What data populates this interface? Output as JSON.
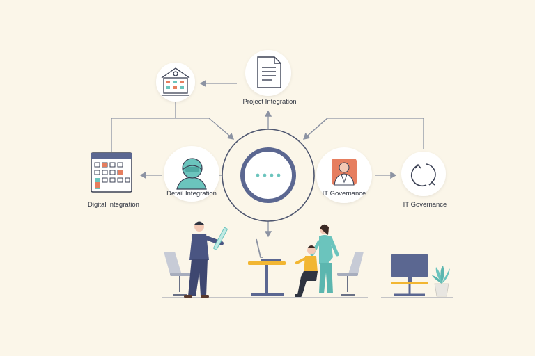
{
  "labels": {
    "top": "Project Integration",
    "left": "Digital Integration",
    "inner_left": "Detail Integration",
    "inner_right": "IT Governance",
    "right": "IT Governance"
  },
  "icons": {
    "top_left": "building-icon",
    "top": "document-icon",
    "left": "calendar-icon",
    "inner_left": "person-avatar-icon",
    "inner_right": "portrait-icon",
    "right": "refresh-arrows-icon",
    "center": "ellipsis-icon"
  },
  "colors": {
    "background": "#fbf6e9",
    "navy": "#5b6791",
    "teal": "#6bc4bd",
    "orange": "#e67e5f",
    "yellow": "#f2b632",
    "line": "#8c93a3"
  }
}
